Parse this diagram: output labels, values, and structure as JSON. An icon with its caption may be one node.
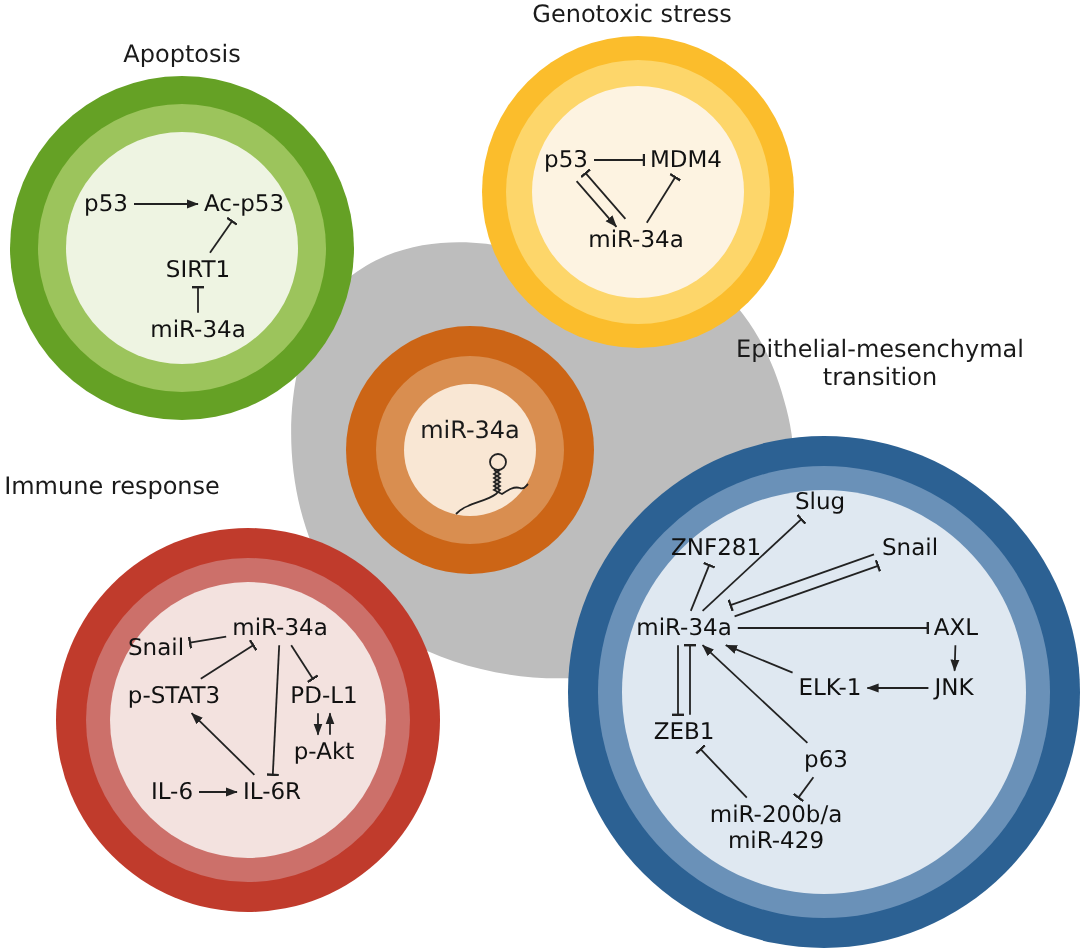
{
  "diagram": {
    "nodes": [
      {
        "text": [
          "Apoptosis"
        ]
      },
      {
        "text": [
          "p53"
        ],
        "in": 0
      },
      {
        "text": [
          "Ac-p53"
        ],
        "in": 0
      },
      {
        "text": [
          "SIRT1"
        ],
        "in": 0
      },
      {
        "text": [
          "miR-34a"
        ],
        "in": 0
      },
      {
        "text": [
          "Genotoxic stress"
        ]
      },
      {
        "text": [
          "p53"
        ],
        "in": 5
      },
      {
        "text": [
          "MDM4"
        ],
        "in": 5
      },
      {
        "text": [
          "miR-34a"
        ],
        "in": 5
      },
      {
        "text": [
          "miR-34a"
        ]
      },
      {
        "text": [
          "Immune response"
        ]
      },
      {
        "text": [
          "Snail"
        ],
        "in": 10
      },
      {
        "text": [
          "miR-34a"
        ],
        "in": 10
      },
      {
        "text": [
          "p-STAT3"
        ],
        "in": 10
      },
      {
        "text": [
          "PD-L1"
        ],
        "in": 10
      },
      {
        "text": [
          "p-Akt"
        ],
        "in": 10
      },
      {
        "text": [
          "IL-6"
        ],
        "in": 10
      },
      {
        "text": [
          "IL-6R"
        ],
        "in": 10
      },
      {
        "text": [
          "Epithelial-mesenchymal transition"
        ]
      },
      {
        "text": [
          "Slug"
        ],
        "in": 18
      },
      {
        "text": [
          "ZNF281"
        ],
        "in": 18
      },
      {
        "text": [
          "Snail"
        ],
        "in": 18
      },
      {
        "text": [
          "miR-34a"
        ],
        "in": 18
      },
      {
        "text": [
          "AXL"
        ],
        "in": 18
      },
      {
        "text": [
          "JNK"
        ],
        "in": 18
      },
      {
        "text": [
          "ELK-1"
        ],
        "in": 18
      },
      {
        "text": [
          "ZEB1"
        ],
        "in": 18
      },
      {
        "text": [
          "p63"
        ],
        "in": 18
      },
      {
        "text": [
          "miR-200b/a miR-429"
        ],
        "in": 18
      }
    ],
    "edges": [
      {
        "from": 1,
        "to": 2,
        "arrow": "to"
      },
      {
        "from": 3,
        "to": 2,
        "arrow": "other"
      },
      {
        "from": 4,
        "to": 3,
        "arrow": "other"
      },
      {
        "from": 6,
        "to": 7,
        "arrow": "other"
      },
      {
        "from": 6,
        "to": 8,
        "arrow": "to"
      },
      {
        "from": 8,
        "to": 6,
        "arrow": "other"
      },
      {
        "from": 8,
        "to": 7,
        "arrow": "other"
      },
      {
        "from": 12,
        "to": 11,
        "arrow": "other"
      },
      {
        "from": 13,
        "to": 12,
        "arrow": "other"
      },
      {
        "from": 12,
        "to": 17,
        "arrow": "other"
      },
      {
        "from": 12,
        "to": 14,
        "arrow": "other"
      },
      {
        "from": 14,
        "to": 15,
        "arrow": "to"
      },
      {
        "from": 15,
        "to": 14,
        "arrow": "to"
      },
      {
        "from": 16,
        "to": 17,
        "arrow": "to"
      },
      {
        "from": 17,
        "to": 13,
        "arrow": "to"
      },
      {
        "from": 22,
        "to": 20,
        "arrow": "other"
      },
      {
        "from": 22,
        "to": 19,
        "arrow": "other"
      },
      {
        "from": 22,
        "to": 21,
        "arrow": "other"
      },
      {
        "from": 21,
        "to": 22,
        "arrow": "other"
      },
      {
        "from": 22,
        "to": 23,
        "arrow": "other"
      },
      {
        "from": 23,
        "to": 24,
        "arrow": "to"
      },
      {
        "from": 24,
        "to": 25,
        "arrow": "to"
      },
      {
        "from": 25,
        "to": 22,
        "arrow": "to"
      },
      {
        "from": 26,
        "to": 22,
        "arrow": "other"
      },
      {
        "from": 22,
        "to": 26,
        "arrow": "other"
      },
      {
        "from": 27,
        "to": 22,
        "arrow": "to"
      },
      {
        "from": 27,
        "to": 28,
        "arrow": "other"
      },
      {
        "from": 28,
        "to": 26,
        "arrow": "other"
      }
    ]
  }
}
